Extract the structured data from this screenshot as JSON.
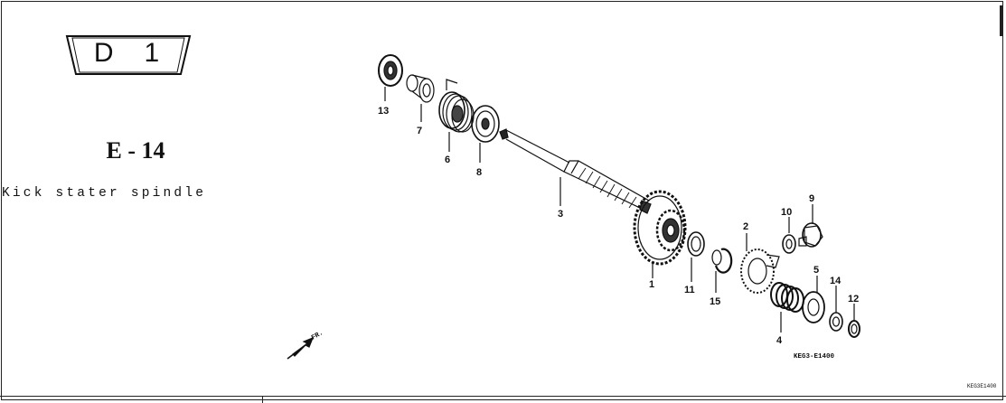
{
  "badge": {
    "letter": "D",
    "number": "1"
  },
  "section": {
    "code": "E - 14",
    "title": "Kick stater spindle"
  },
  "diagram": {
    "callouts": [
      "13",
      "7",
      "6",
      "8",
      "3",
      "1",
      "11",
      "15",
      "2",
      "4",
      "10",
      "9",
      "5",
      "14",
      "12"
    ],
    "direction_label": "FR.",
    "figure_code": "KEG3-E1400",
    "corner_code": "KEG3E1400"
  }
}
